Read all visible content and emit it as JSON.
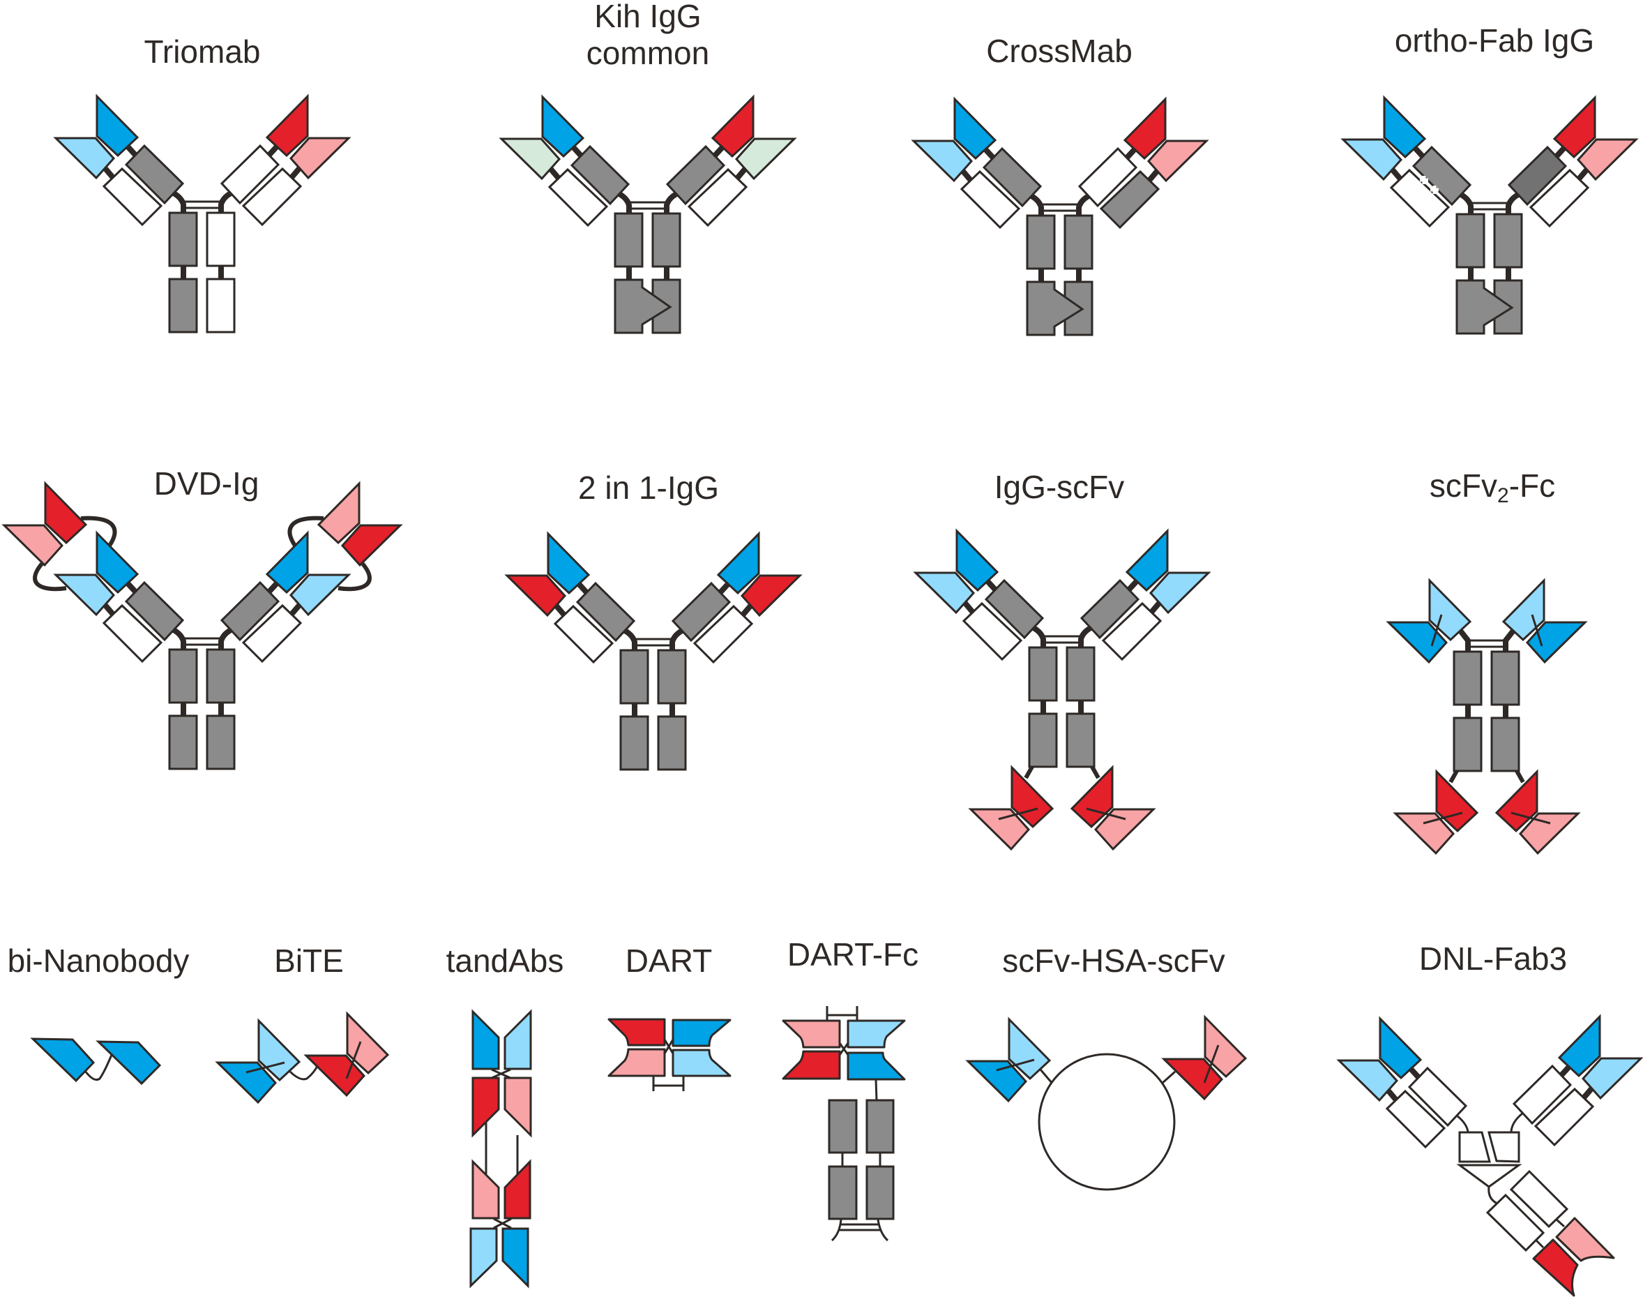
{
  "colors": {
    "dark_blue": "#00a3e6",
    "light_blue": "#93dbfd",
    "red": "#e4202b",
    "pink": "#f8a3a6",
    "gray": "#8b8b8b",
    "dark_gray": "#727272",
    "green": "#d5eadb",
    "white": "#ffffff",
    "stroke": "#2e2926"
  },
  "constructs": {
    "triomab": {
      "label": "Triomab",
      "left": {
        "vh": "dark_blue",
        "vl": "light_blue",
        "ch1": "gray",
        "cl": "white"
      },
      "right": {
        "vh": "red",
        "vl": "pink",
        "ch1": "white",
        "cl": "white"
      },
      "fc": {
        "left": "gray",
        "right": "white"
      }
    },
    "kih": {
      "label_line1": "Kih IgG",
      "label_line2": "common",
      "left": {
        "vh": "dark_blue",
        "vl": "green",
        "ch1": "gray",
        "cl": "white"
      },
      "right": {
        "vh": "red",
        "vl": "green",
        "ch1": "gray",
        "cl": "white"
      },
      "fc": {
        "left": "gray",
        "right": "gray"
      }
    },
    "crossmab": {
      "label": "CrossMab",
      "left": {
        "vh": "dark_blue",
        "vl": "light_blue",
        "ch1": "gray",
        "cl": "white"
      },
      "right": {
        "vh": "red",
        "vl": "pink",
        "ch1": "white",
        "cl": "gray"
      },
      "fc": {
        "left": "gray",
        "right": "gray"
      }
    },
    "ortho_fab": {
      "label": "ortho-Fab IgG",
      "left": {
        "vh": "dark_blue",
        "vl": "light_blue",
        "ch1": "gray",
        "cl": "white"
      },
      "right": {
        "vh": "red",
        "vl": "pink",
        "ch1": "dark_gray",
        "cl": "white"
      },
      "fc": {
        "left": "gray",
        "right": "gray"
      }
    },
    "dvd_ig": {
      "label": "DVD-Ig",
      "left": {
        "vh": "dark_blue",
        "vl": "light_blue",
        "ch1": "gray",
        "cl": "white",
        "outer_vh": "red",
        "outer_vl": "pink"
      },
      "right": {
        "vh": "dark_blue",
        "vl": "light_blue",
        "ch1": "gray",
        "cl": "white",
        "outer_vh": "pink",
        "outer_vl": "red"
      },
      "fc": {
        "left": "gray",
        "right": "gray"
      }
    },
    "two_in_one": {
      "label": "2 in 1-IgG",
      "left": {
        "vh": "dark_blue",
        "vl": "red",
        "ch1": "gray",
        "cl": "white"
      },
      "right": {
        "vh": "dark_blue",
        "vl": "red",
        "ch1": "gray",
        "cl": "white"
      },
      "fc": {
        "left": "gray",
        "right": "gray"
      }
    },
    "igg_scfv": {
      "label": "IgG-scFv",
      "left": {
        "vh": "dark_blue",
        "vl": "light_blue",
        "ch1": "gray",
        "cl": "white"
      },
      "right": {
        "vh": "dark_blue",
        "vl": "light_blue",
        "ch1": "gray",
        "cl": "white"
      },
      "fc": {
        "left": "gray",
        "right": "gray"
      },
      "scfv": {
        "vh": "red",
        "vl": "pink"
      }
    },
    "scfv2_fc": {
      "label_main": "scFv",
      "label_sub": "2",
      "label_tail": "-Fc",
      "top_scfv": {
        "vh": "light_blue",
        "vl": "dark_blue"
      },
      "bottom_scfv": {
        "vh": "red",
        "vl": "pink"
      },
      "fc": {
        "left": "gray",
        "right": "gray"
      }
    },
    "bi_nanobody": {
      "label": "bi-Nanobody",
      "domain": "dark_blue"
    },
    "bite": {
      "label": "BiTE",
      "scfv1": {
        "vh": "light_blue",
        "vl": "dark_blue"
      },
      "scfv2": {
        "vh": "pink",
        "vl": "red"
      }
    },
    "tandabs": {
      "label": "tandAbs"
    },
    "dart": {
      "label": "DART"
    },
    "dart_fc": {
      "label": "DART-Fc"
    },
    "scfv_hsa_scfv": {
      "label": "scFv-HSA-scFv",
      "scfv1": {
        "vh": "light_blue",
        "vl": "dark_blue"
      },
      "scfv2": {
        "vh": "pink",
        "vl": "red"
      }
    },
    "dnl_fab3": {
      "label": "DNL-Fab3"
    }
  }
}
